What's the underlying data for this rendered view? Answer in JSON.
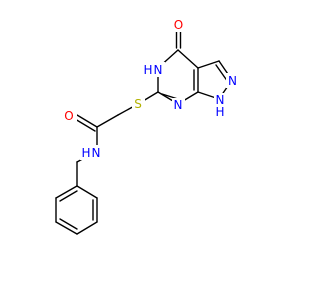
{
  "colors": {
    "background": "#ffffff",
    "bond": "#000000",
    "O": "#ff0000",
    "N": "#0000ff",
    "S": "#b2b200",
    "H": "#0000ff"
  },
  "atoms": {
    "o4": {
      "element": "O",
      "label": "O"
    },
    "n5": {
      "element": "N",
      "label": "N",
      "h": "H"
    },
    "n_pz": {
      "element": "N",
      "label": "N"
    },
    "s": {
      "element": "S",
      "label": "S"
    },
    "n7": {
      "element": "N",
      "label": "N"
    },
    "n1": {
      "element": "N",
      "label": "N",
      "h": "H"
    },
    "o_amide": {
      "element": "O",
      "label": "O"
    },
    "n_amide": {
      "element": "N",
      "label": "N",
      "h": "H"
    }
  }
}
